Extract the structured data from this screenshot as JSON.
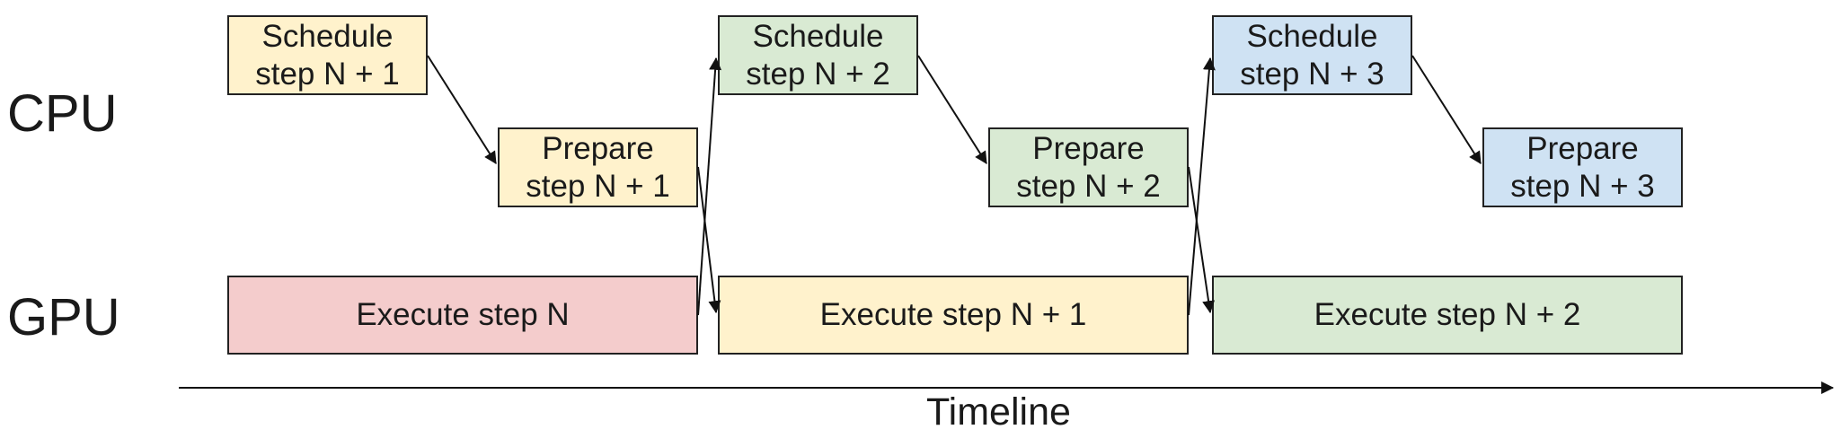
{
  "lanes": {
    "cpu": "CPU",
    "gpu": "GPU"
  },
  "colors": {
    "yellow": "#fff2cc",
    "green": "#d9ead3",
    "blue": "#cfe2f3",
    "red": "#f4cccc",
    "stroke": "#222222"
  },
  "cpu_tasks": {
    "schedule_n1": {
      "line1": "Schedule",
      "line2": "step N + 1"
    },
    "prepare_n1": {
      "line1": "Prepare",
      "line2": "step N + 1"
    },
    "schedule_n2": {
      "line1": "Schedule",
      "line2": "step N + 2"
    },
    "prepare_n2": {
      "line1": "Prepare",
      "line2": "step N + 2"
    },
    "schedule_n3": {
      "line1": "Schedule",
      "line2": "step N + 3"
    },
    "prepare_n3": {
      "line1": "Prepare",
      "line2": "step N + 3"
    }
  },
  "gpu_tasks": {
    "execute_n": "Execute step N",
    "execute_n1": "Execute step N + 1",
    "execute_n2": "Execute step N + 2"
  },
  "timeline": {
    "label": "Timeline"
  }
}
